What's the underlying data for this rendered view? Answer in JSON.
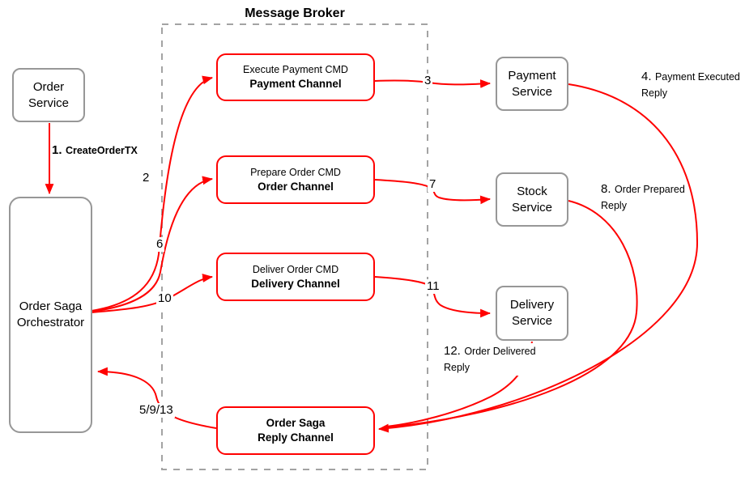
{
  "broker": {
    "title": "Message Broker"
  },
  "nodes": {
    "order_service": {
      "line1": "Order",
      "line2": "Service"
    },
    "orchestrator": {
      "line1": "Order Saga",
      "line2": "Orchestrator"
    },
    "payment_channel": {
      "line1": "Execute Payment CMD",
      "line2": "Payment Channel"
    },
    "order_channel": {
      "line1": "Prepare Order CMD",
      "line2": "Order Channel"
    },
    "delivery_channel": {
      "line1": "Deliver Order CMD",
      "line2": "Delivery Channel"
    },
    "reply_channel": {
      "line1": "Order Saga",
      "line2": "Reply Channel"
    },
    "payment_service": {
      "line1": "Payment",
      "line2": "Service"
    },
    "stock_service": {
      "line1": "Stock",
      "line2": "Service"
    },
    "delivery_service": {
      "line1": "Delivery",
      "line2": "Service"
    }
  },
  "labels": {
    "step1_num": "1.",
    "step1_text": "CreateOrderTX",
    "step2": "2",
    "step3": "3",
    "step4_num": "4.",
    "step4_text": "Payment Executed",
    "step4_text2": "Reply",
    "step5913": "5/9/13",
    "step6": "6",
    "step7": "7",
    "step8_num": "8.",
    "step8_text": "Order Prepared",
    "step8_text2": "Reply",
    "step10": "10",
    "step11": "11",
    "step12_num": "12.",
    "step12_text": "Order Delivered",
    "step12_text2": "Reply"
  },
  "colors": {
    "arrow": "#ff0000",
    "node_border": "#979797",
    "broker_border": "#a3a3a3",
    "text": "#000000"
  }
}
